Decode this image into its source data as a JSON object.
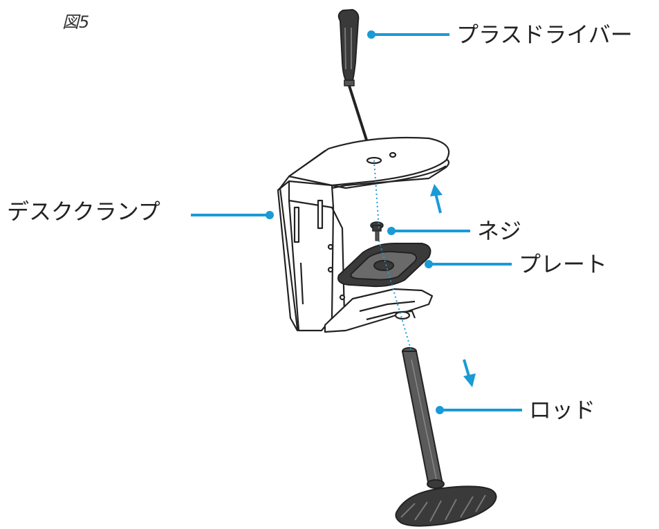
{
  "figure_label": "図5",
  "labels": {
    "screwdriver": "プラスドライバー",
    "desk_clamp": "デスククランプ",
    "screw": "ネジ",
    "plate": "プレート",
    "rod": "ロッド"
  },
  "colors": {
    "callout": "#1a9ad6",
    "line_art": "#222222",
    "part_fill": "#ffffff",
    "dark_part": "#3a3a3a"
  }
}
